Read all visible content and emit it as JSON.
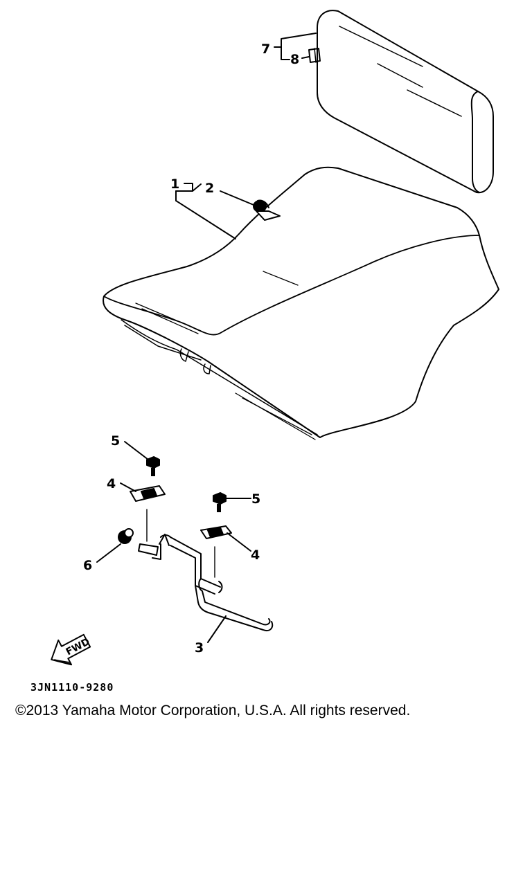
{
  "diagram": {
    "callouts": {
      "c1": "1",
      "c2": "2",
      "c3": "3",
      "c4a": "4",
      "c4b": "4",
      "c5a": "5",
      "c5b": "5",
      "c6": "6",
      "c7": "7",
      "c8": "8"
    },
    "fwd_label": "FWD",
    "part_code": "3JN1110-9280"
  },
  "footer": {
    "copyright": "©2013 Yamaha Motor Corporation, U.S.A. All rights reserved."
  }
}
